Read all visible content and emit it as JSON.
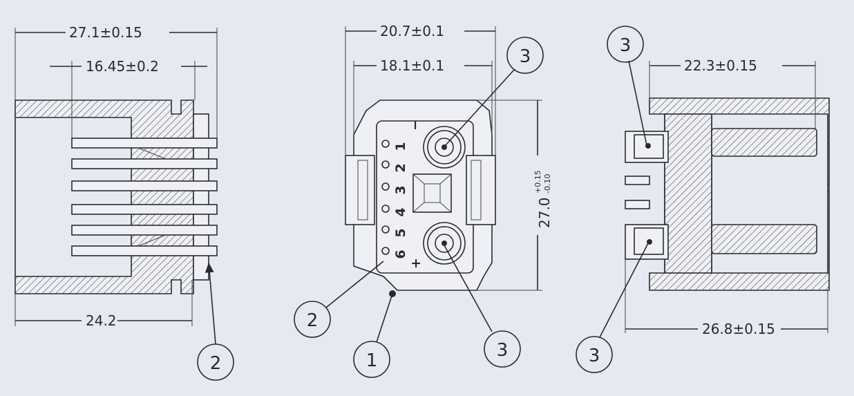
{
  "palette": {
    "background": "#e6e9f2",
    "ink": "#2a2a2a"
  },
  "dimensions": {
    "left_overall": "27.1±0.15",
    "left_inner": "16.45±0.2",
    "left_bottom": "24.2",
    "center_overall": "20.7±0.1",
    "center_inner": "18.1±0.1",
    "center_height": "27.0",
    "center_height_tol_plus": "+0.15",
    "center_height_tol_minus": "-0.10",
    "right_top": "22.3±0.15",
    "right_bottom": "26.8±0.15"
  },
  "pins": [
    "1",
    "2",
    "3",
    "4",
    "5",
    "6"
  ],
  "polarity": {
    "minus": "−",
    "plus": "+"
  },
  "callouts": {
    "left_bottom": "2",
    "center_top": "3",
    "center_left": "2",
    "center_bottom_left": "1",
    "center_bottom_right": "3",
    "right_top": "3",
    "right_bottom": "3"
  }
}
